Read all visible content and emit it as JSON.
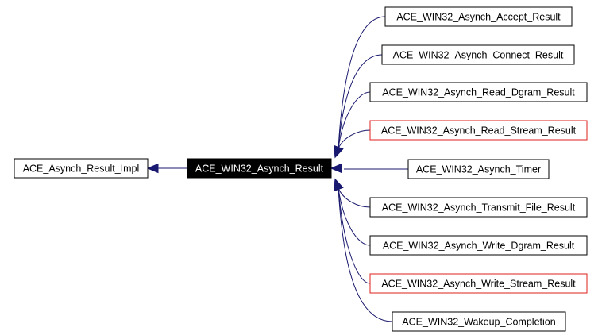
{
  "diagram": {
    "base_class": {
      "label": "ACE_Asynch_Result_Impl"
    },
    "focus_class": {
      "label": "ACE_WIN32_Asynch_Result",
      "fill": "#000000",
      "text_color": "#ffffff"
    },
    "derived_classes": [
      {
        "label": "ACE_WIN32_Asynch_Accept_Result",
        "border": "#000000"
      },
      {
        "label": "ACE_WIN32_Asynch_Connect_Result",
        "border": "#000000"
      },
      {
        "label": "ACE_WIN32_Asynch_Read_Dgram_Result",
        "border": "#000000"
      },
      {
        "label": "ACE_WIN32_Asynch_Read_Stream_Result",
        "border": "#e0201c"
      },
      {
        "label": "ACE_WIN32_Asynch_Timer",
        "border": "#000000"
      },
      {
        "label": "ACE_WIN32_Asynch_Transmit_File_Result",
        "border": "#000000"
      },
      {
        "label": "ACE_WIN32_Asynch_Write_Dgram_Result",
        "border": "#000000"
      },
      {
        "label": "ACE_WIN32_Asynch_Write_Stream_Result",
        "border": "#e0201c"
      },
      {
        "label": "ACE_WIN32_Wakeup_Completion",
        "border": "#000000"
      }
    ],
    "edge_color": "#1a1a6e",
    "arrow_color": "#191970"
  }
}
